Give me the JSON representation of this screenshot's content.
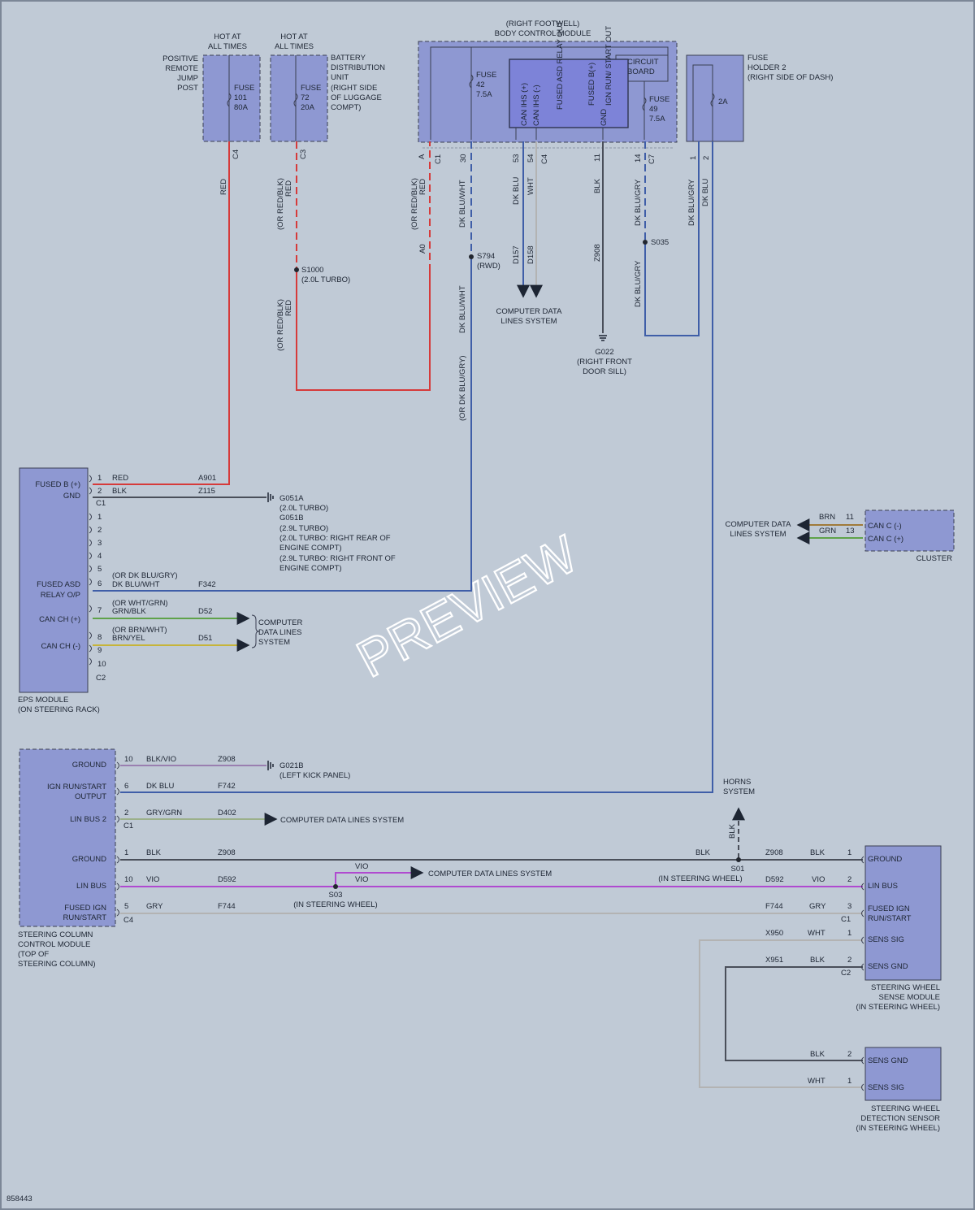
{
  "watermark": "PREVIEW",
  "figure_id": "858443",
  "top": {
    "hot1": [
      "HOT AT",
      "ALL TIMES"
    ],
    "hot2": [
      "HOT AT",
      "ALL TIMES"
    ],
    "prjp": [
      "POSITIVE",
      "REMOTE",
      "JUMP",
      "POST"
    ],
    "fuse101": [
      "FUSE",
      "101",
      "80A"
    ],
    "fuse72": [
      "FUSE",
      "72",
      "20A"
    ],
    "bdu": [
      "BATTERY",
      "DISTRIBUTION",
      "UNIT",
      "(RIGHT SIDE",
      "OF LUGGAGE",
      "COMPT)"
    ],
    "bcm": [
      "(RIGHT FOOTWELL)",
      "BODY CONTROL MODULE"
    ],
    "fuse42": [
      "FUSE",
      "42",
      "7.5A"
    ],
    "circuit_board": [
      "CIRCUIT",
      "BOARD"
    ],
    "fuse49": [
      "FUSE",
      "49",
      "7.5A"
    ],
    "bcm_pins": [
      "CAN IHS (+)",
      "CAN IHS (-)",
      "FUSED ASD RELAY OUT",
      "FUSED B(+)",
      "IGN RUN/ START OUT",
      "GND"
    ],
    "fh2": [
      "FUSE",
      "HOLDER 2",
      "(RIGHT SIDE OF DASH)"
    ],
    "fh2_fuse": "2A"
  },
  "conn": {
    "c4a": "C4",
    "c3": "C3",
    "pA": "A",
    "c1": "C1",
    "p30": "30",
    "p53": "53",
    "p54": "54",
    "c4b": "C4",
    "p11": "11",
    "p14": "14",
    "c7": "C7",
    "p1": "1",
    "p2": "2"
  },
  "wires": {
    "red": "RED",
    "ored1": "(OR RED/BLK)",
    "red2": "RED",
    "ored2": "(OR RED/BLK)",
    "red3": "RED",
    "ored3": "(OR RED/BLK)",
    "red4": "RED",
    "a0": "A0",
    "dkbluwht1": "DK BLU/WHT",
    "dkbluwht2": "DK BLU/WHT",
    "ordkblugry": "(OR DK BLU/GRY)",
    "dkblu": "DK BLU",
    "wht": "WHT",
    "d157": "D157",
    "d158": "D158",
    "blk": "BLK",
    "z908": "Z908",
    "dkblugry1": "DK BLU/GRY",
    "dkblugry2": "DK BLU/GRY",
    "dkblugry3": "DK BLU/GRY",
    "dkblu2": "DK BLU"
  },
  "splices": {
    "s1000": [
      "S1000",
      "(2.0L TURBO)"
    ],
    "s794": [
      "S794",
      "(RWD)"
    ],
    "s035": "S035",
    "cdls_top": [
      "COMPUTER DATA",
      "LINES SYSTEM"
    ],
    "g022": [
      "G022",
      "(RIGHT FRONT",
      "DOOR SILL)"
    ]
  },
  "eps": {
    "labels": [
      "FUSED B (+)",
      "GND",
      "FUSED ASD",
      "RELAY O/P",
      "CAN CH (+)",
      "CAN CH (-)"
    ],
    "pins": [
      "1",
      "2",
      "1",
      "2",
      "3",
      "4",
      "5",
      "6",
      "7",
      "8",
      "9",
      "10"
    ],
    "c1": "C1",
    "c2": "C2",
    "colors": [
      "RED",
      "BLK",
      "(OR DK BLU/GRY)",
      "DK BLU/WHT",
      "(OR WHT/GRN)",
      "GRN/BLK",
      "(OR BRN/WHT)",
      "BRN/YEL"
    ],
    "circuits": [
      "A901",
      "Z115",
      "F342",
      "D52",
      "D51"
    ],
    "g051": [
      "G051A",
      "(2.0L TURBO)",
      "G051B",
      "(2.9L TURBO)",
      "(2.0L TURBO: RIGHT REAR OF",
      "ENGINE COMPT)",
      "(2.9L TURBO: RIGHT FRONT OF",
      "ENGINE COMPT)"
    ],
    "cdls": [
      "COMPUTER",
      "DATA LINES",
      "SYSTEM"
    ],
    "name": [
      "EPS MODULE",
      "(ON STEERING RACK)"
    ]
  },
  "cluster": {
    "cdls": [
      "COMPUTER DATA",
      "LINES SYSTEM"
    ],
    "brn": "BRN",
    "grn": "GRN",
    "p11": "11",
    "p13": "13",
    "canc_minus": "CAN C (-)",
    "canc_plus": "CAN C (+)",
    "name": "CLUSTER"
  },
  "sccm": {
    "labels": [
      "GROUND",
      "IGN RUN/START",
      "OUTPUT",
      "LIN BUS 2",
      "GROUND",
      "LIN BUS",
      "FUSED IGN",
      "RUN/START"
    ],
    "pins": [
      "10",
      "6",
      "2",
      "1",
      "10",
      "5"
    ],
    "c1": "C1",
    "c4": "C4",
    "colors": [
      "BLK/VIO",
      "DK BLU",
      "GRY/GRN",
      "BLK",
      "VIO",
      "GRY"
    ],
    "circuits": [
      "Z908",
      "F742",
      "D402",
      "Z908",
      "D592",
      "F744"
    ],
    "g021b": [
      "G021B",
      "(LEFT KICK PANEL)"
    ],
    "cdls_lin2": "COMPUTER DATA LINES SYSTEM",
    "name": [
      "STEERING COLUMN",
      "CONTROL MODULE",
      "(TOP OF",
      "STEERING COLUMN)"
    ]
  },
  "horns": [
    "HORNS",
    "SYSTEM"
  ],
  "mid": {
    "blk_horn": "BLK",
    "blk_s01": "BLK",
    "s01": [
      "S01",
      "(IN STEERING WHEEL)"
    ],
    "s03": [
      "S03",
      "(IN STEERING WHEEL)"
    ],
    "vio1": "VIO",
    "vio2": "VIO",
    "cdls_vio": "COMPUTER DATA LINES SYSTEM"
  },
  "swsm": {
    "circuits": [
      "Z908",
      "D592",
      "F744",
      "X950",
      "X951"
    ],
    "colors": [
      "BLK",
      "VIO",
      "GRY",
      "WHT",
      "BLK"
    ],
    "pins": [
      "1",
      "2",
      "3",
      "1",
      "2"
    ],
    "c1": "C1",
    "c2": "C2",
    "labels": [
      "GROUND",
      "LIN BUS",
      "FUSED IGN",
      "RUN/START",
      "SENS SIG",
      "SENS GND"
    ],
    "name": [
      "STEERING WHEEL",
      "SENSE MODULE",
      "(IN STEERING WHEEL)"
    ]
  },
  "swds": {
    "colors": [
      "BLK",
      "WHT"
    ],
    "pins": [
      "2",
      "1"
    ],
    "labels": [
      "SENS GND",
      "SENS SIG"
    ],
    "name": [
      "STEERING WHEEL",
      "DETECTION SENSOR",
      "(IN STEERING WHEEL)"
    ]
  }
}
